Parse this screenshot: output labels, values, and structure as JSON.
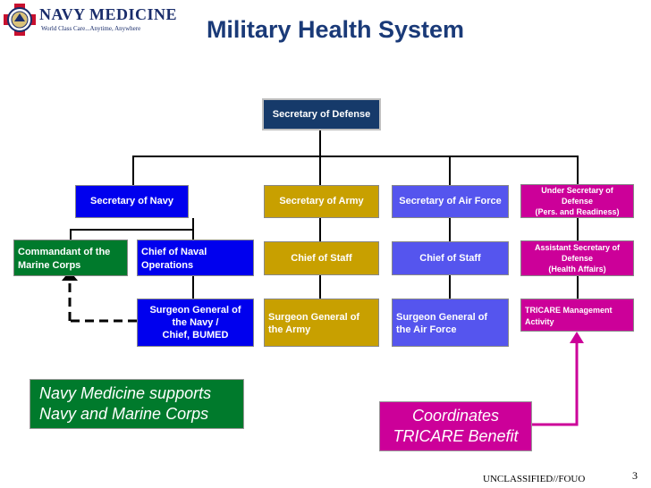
{
  "logo": {
    "title": "NAVY MEDICINE",
    "tagline": "World Class Care...Anytime, Anywhere"
  },
  "title": "Military Health System",
  "boxes": {
    "secdef": "Secretary of Defense",
    "secnav": "Secretary of Navy",
    "secarmy": "Secretary of Army",
    "secaf": "Secretary of Air Force",
    "usd": [
      "Under Secretary of",
      "Defense",
      "(Pers. and Readiness)"
    ],
    "usmc": [
      "Commandant of the",
      "Marine Corps"
    ],
    "cno": [
      "Chief of Naval",
      "Operations"
    ],
    "army_cos": "Chief of Staff",
    "af_cos": "Chief of Staff",
    "asd": [
      "Assistant Secretary of",
      "Defense",
      "(Health Affairs)"
    ],
    "sgn": [
      "Surgeon General of",
      "the Navy /",
      "Chief, BUMED"
    ],
    "sga": [
      "Surgeon General of",
      "the Army"
    ],
    "sgaf": [
      "Surgeon General of",
      "the Air Force"
    ],
    "tma": [
      "TRICARE Management",
      "Activity"
    ]
  },
  "callouts": {
    "left": [
      "Navy Medicine supports",
      "Navy and Marine Corps"
    ],
    "right": [
      "Coordinates",
      "TRICARE Benefit"
    ]
  },
  "footer": {
    "classification": "UNCLASSIFIED//FOUO",
    "page_number": "3"
  },
  "colors": {
    "navy": "#0000ee",
    "defense": "#163a6a",
    "army": "#c8a000",
    "air_force": "#5555ee",
    "dod": "#cc0099",
    "callout_green": "#007a2c",
    "title": "#1a3a78"
  }
}
